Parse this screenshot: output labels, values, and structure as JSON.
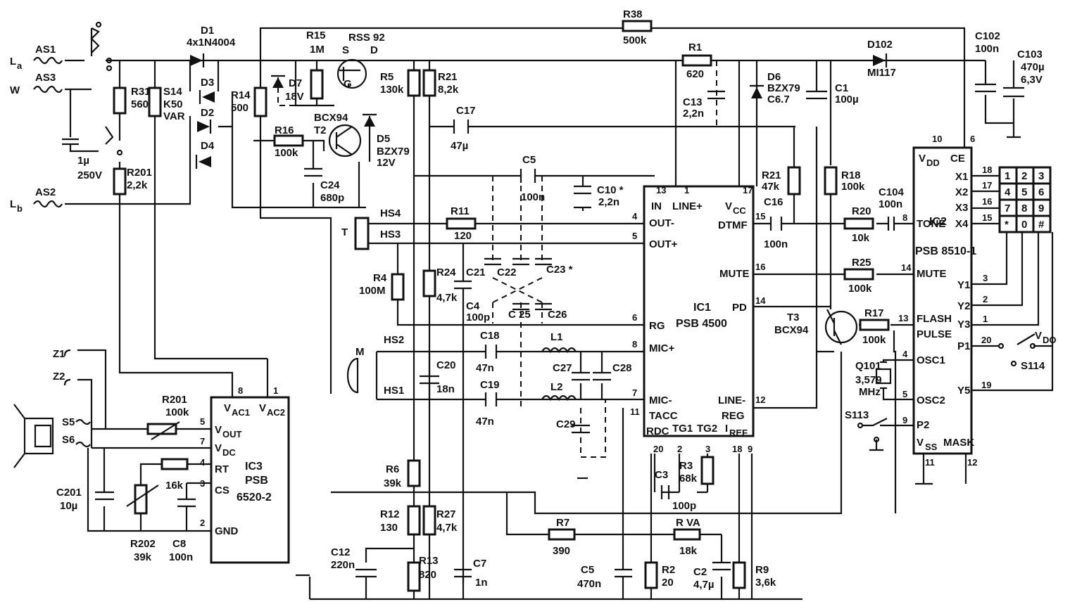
{
  "components": {
    "AS1": "AS1",
    "AS3": "AS3",
    "AS2": "AS2",
    "La": "L",
    "La_sub": "a",
    "W": "W",
    "Lb": "L",
    "Lb_sub": "b",
    "C_1u": "1µ",
    "C_250V": "250V",
    "R31": "R31",
    "R31_v": "560",
    "S14": "S14",
    "S14_v": "K50",
    "S14_v2": "VAR",
    "R201": "R201",
    "R201_v": "2,2k",
    "D1": "D1",
    "D1_v": "4x1N4004",
    "D3": "D3",
    "D2": "D2",
    "D4": "D4",
    "R14": "R14",
    "R14_v": "500",
    "R15": "R15",
    "R15_v": "1M",
    "D7": "D7",
    "D7_v": "18V",
    "RSS92": "RSS 92",
    "S": "S",
    "Dp": "D",
    "Gp": "G",
    "R16": "R16",
    "R16_v": "100k",
    "BCX94": "BCX94",
    "T2": "T2",
    "D5": "D5",
    "D5_v": "BZX79",
    "D5_v2": "12V",
    "C24": "C24",
    "C24_v": "680p",
    "R5": "R5",
    "R5_v": "130k",
    "R21a": "R21",
    "R21a_v": "8,2k",
    "C17": "C17",
    "C17_v": "47µ",
    "C5a": "C5",
    "C5a_v": "100n",
    "C10": "C10 *",
    "C10_v": "2,2n",
    "R38": "R38",
    "R38_v": "500k",
    "R1": "R1",
    "R1_v": "620",
    "C13": "C13",
    "C13_v": "2,2n",
    "D6": "D6",
    "D6_v": "BZX79",
    "D6_v2": "C6.7",
    "C1": "C1",
    "C1_v": "100µ",
    "D102": "D102",
    "D102_v": "MI117",
    "C102": "C102",
    "C102_v": "100n",
    "C103": "C103",
    "C103_v": "470µ",
    "C103_v2": "6,3V",
    "R21b": "R21",
    "R21b_v": "47k",
    "R18": "R18",
    "R18_v": "100k",
    "C16": "C16",
    "C16_v": "100n",
    "C104": "C104",
    "C104_v": "100n",
    "R20": "R20",
    "R20_v": "10k",
    "R25": "R25",
    "R25_v": "100k",
    "T3": "T3",
    "T3_v": "BCX94",
    "R17": "R17",
    "R17_v": "100k",
    "Q101": "Q101",
    "Q101_v": "3,579",
    "Q101_v2": "MHz",
    "S113": "S113",
    "S114": "S114",
    "VDO": "V",
    "VDO_sub": "DO",
    "T": "T",
    "HS4": "HS4",
    "HS3": "HS3",
    "R11": "R11",
    "R11_v": "120",
    "R4": "R4",
    "R4_v": "100M",
    "R24": "R24",
    "R24_v": "4,7k",
    "C21": "C21",
    "C22": "C22",
    "C23": "C23 *",
    "C4": "C4",
    "C4_v": "100p",
    "C25": "C 25",
    "C26": "C26",
    "M": "M",
    "HS2": "HS2",
    "HS1": "HS1",
    "C18": "C18",
    "C18_v": "47n",
    "C19": "C19",
    "C19_v": "47n",
    "C20": "C20",
    "C20_v": "18n",
    "L1": "L1",
    "L2": "L2",
    "C27": "C27",
    "C28": "C28",
    "C29": "C29",
    "R6": "R6",
    "R6_v": "39k",
    "R12": "R12",
    "R12_v": "130",
    "R27": "R27",
    "R27_v": "4,7k",
    "R13": "R13",
    "R13_v": "820",
    "C12": "C12",
    "C12_v": "220n",
    "C7": "C7",
    "C7_v": "1n",
    "R7": "R7",
    "R7_v": "390",
    "RVA": "R VA",
    "RVA_v": "18k",
    "C5b": "C5",
    "C5b_v": "470n",
    "R2": "R2",
    "R2_v": "20",
    "C2": "C2",
    "C2_v": "4,7µ",
    "R9": "R9",
    "R9_v": "3,6k",
    "C3": "C3",
    "C3_v": "100p",
    "R3": "R3",
    "R3_v": "68k",
    "Z1": "Z1",
    "Z2": "Z2",
    "S5": "S5",
    "S6": "S6",
    "R201b": "R201",
    "R201b_v": "100k",
    "C201": "C201",
    "C201_v": "10µ",
    "R202": "R202",
    "R202_v": "39k",
    "R_16k": "16k",
    "C8": "C8",
    "C8_v": "100n"
  },
  "ic1": {
    "name": "IC1",
    "part": "PSB 4500",
    "pins": {
      "IN": "IN",
      "LINEp": "LINE+",
      "VCC": "V",
      "VCC_sub": "CC",
      "OUTm": "OUT-",
      "OUTp": "OUT+",
      "DTMF": "DTMF",
      "MUTE": "MUTE",
      "RG": "RG",
      "PD": "PD",
      "MICp": "MIC+",
      "MICm": "MIC-",
      "TACC": "TACC",
      "RDC": "RDC",
      "TG1": "TG1",
      "TG2": "TG2",
      "IREF": "I",
      "IREF_sub": "REF",
      "LINEm": "LINE-",
      "REG": "REG"
    },
    "nums": {
      "n13": "13",
      "n1": "1",
      "n17": "17",
      "n4": "4",
      "n5": "5",
      "n15": "15",
      "n16": "16",
      "n6": "6",
      "n14": "14",
      "n8": "8",
      "n7": "7",
      "n12": "12",
      "n11": "11",
      "n20": "20",
      "n2": "2",
      "n3": "3",
      "n18": "18",
      "n9": "9"
    }
  },
  "ic2": {
    "name": "IC2",
    "part": "PSB 8510-1",
    "pins": {
      "VDD": "V",
      "VDD_sub": "DD",
      "CE": "CE",
      "X1": "X1",
      "X2": "X2",
      "X3": "X3",
      "X4": "X4",
      "TONE": "TONE",
      "MUTE": "MUTE",
      "Y1": "Y1",
      "Y2": "Y2",
      "Y3": "Y3",
      "FLASH": "FLASH",
      "PULSE": "PULSE",
      "OSC1": "OSC1",
      "OSC2": "OSC2",
      "P1": "P1",
      "Y5": "Y5",
      "P2": "P2",
      "VSS": "V",
      "VSS_sub": "SS",
      "MASK": "MASK"
    },
    "nums": {
      "n10": "10",
      "n6": "6",
      "n18": "18",
      "n17": "17",
      "n16": "16",
      "n15": "15",
      "n8": "8",
      "n14": "14",
      "n3": "3",
      "n2": "2",
      "n1": "1",
      "n13": "13",
      "n4": "4",
      "n5": "5",
      "n20": "20",
      "n19": "19",
      "n9": "9",
      "n11": "11",
      "n12": "12"
    }
  },
  "ic3": {
    "name": "IC3",
    "part": "PSB",
    "part2": "6520-2",
    "pins": {
      "VAC1": "V",
      "VAC1_sub": "AC1",
      "VAC2": "V",
      "VAC2_sub": "AC2",
      "VOUT": "V",
      "VOUT_sub": "OUT",
      "VDC": "V",
      "VDC_sub": "DC",
      "RT": "RT",
      "CS": "CS",
      "GND": "GND"
    },
    "nums": {
      "n8": "8",
      "n1": "1",
      "n5": "5",
      "n7": "7",
      "n4": "4",
      "n3": "3",
      "n2": "2"
    }
  },
  "keypad": [
    "1",
    "2",
    "3",
    "4",
    "5",
    "6",
    "7",
    "8",
    "9",
    "*",
    "0",
    "#"
  ]
}
